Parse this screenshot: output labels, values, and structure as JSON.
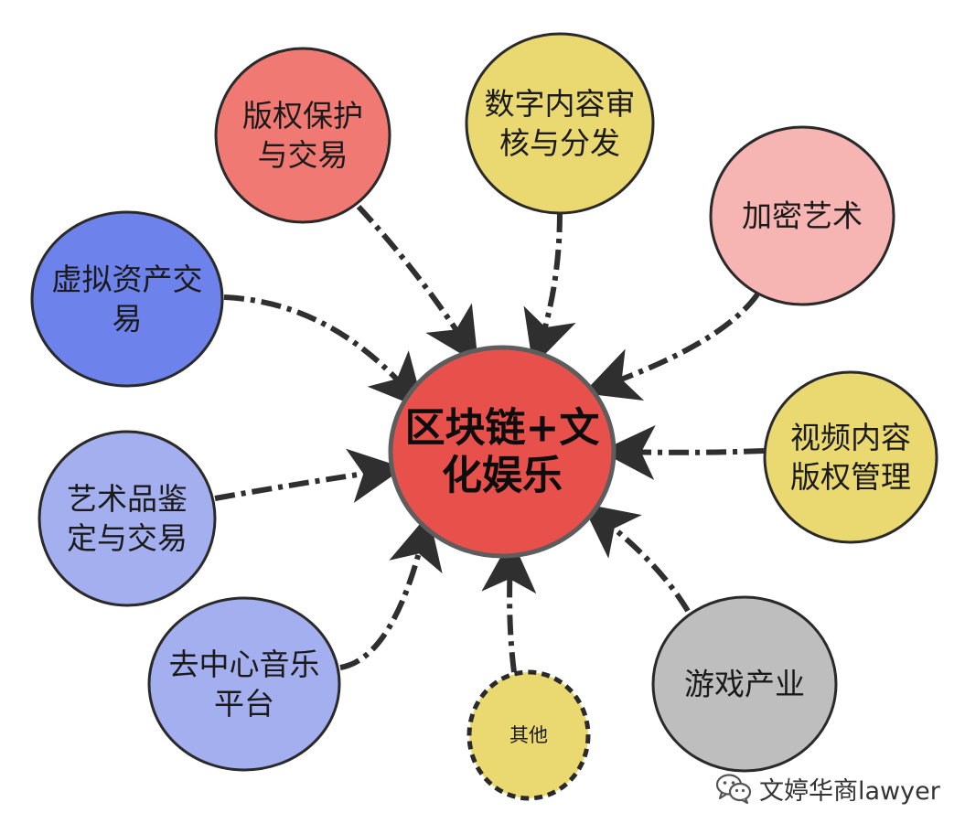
{
  "center": {
    "lines": [
      "区块链+文",
      "化娱乐"
    ],
    "fill": "#e8504c"
  },
  "nodes": [
    {
      "id": "copyright",
      "lines": [
        "版权保护",
        "与交易"
      ],
      "fill": "#f07a73"
    },
    {
      "id": "content-review",
      "lines": [
        "数字内容审",
        "核与分发"
      ],
      "fill": "#ead870"
    },
    {
      "id": "crypto-art",
      "lines": [
        "加密艺术"
      ],
      "fill": "#f6b4b2"
    },
    {
      "id": "virtual-assets",
      "lines": [
        "虚拟资产交",
        "易"
      ],
      "fill": "#6d82ea"
    },
    {
      "id": "video-copyright",
      "lines": [
        "视频内容",
        "版权管理"
      ],
      "fill": "#ead870"
    },
    {
      "id": "art-appraisal",
      "lines": [
        "艺术品鉴",
        "定与交易"
      ],
      "fill": "#a3afef"
    },
    {
      "id": "music-platform",
      "lines": [
        "去中心音乐",
        "平台"
      ],
      "fill": "#a3afef"
    },
    {
      "id": "others",
      "lines": [
        "其他"
      ],
      "fill": "#ead870"
    },
    {
      "id": "gaming",
      "lines": [
        "游戏产业"
      ],
      "fill": "#bebebe"
    }
  ],
  "watermark": {
    "icon": "wechat-icon",
    "text": "文婷华商lawyer"
  }
}
